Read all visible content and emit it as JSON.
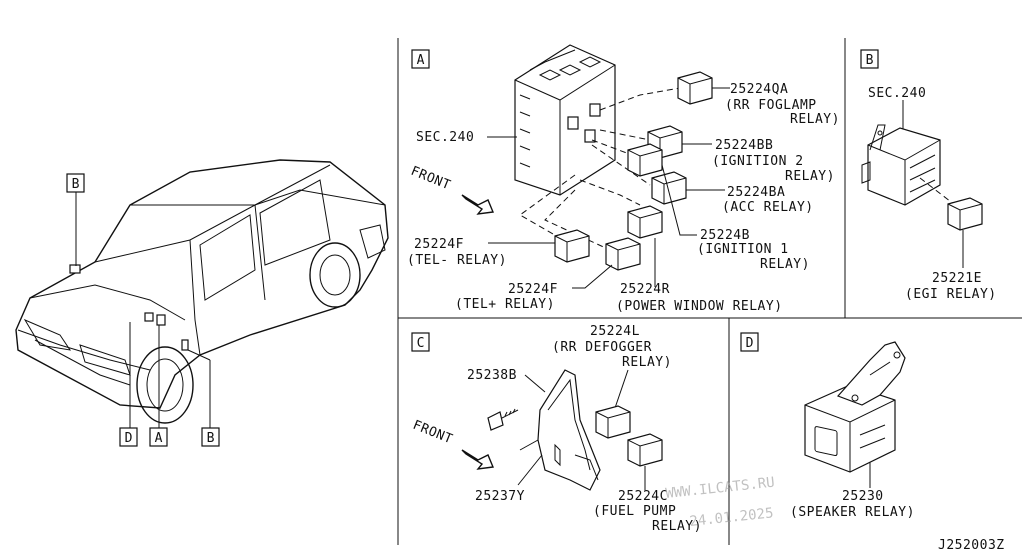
{
  "panels": {
    "a": {
      "tag": "A",
      "sec_ref": "SEC.240",
      "front": "FRONT",
      "parts": [
        {
          "num": "25224QA",
          "desc1": "(RR FOGLAMP",
          "desc2": "RELAY)"
        },
        {
          "num": "25224BB",
          "desc1": "(IGNITION 2",
          "desc2": "RELAY)"
        },
        {
          "num": "25224BA",
          "desc1": "(ACC RELAY)"
        },
        {
          "num": "25224B",
          "desc1": "(IGNITION 1",
          "desc2": "RELAY)"
        },
        {
          "num": "25224F",
          "desc1": "(TEL- RELAY)"
        },
        {
          "num": "25224F",
          "desc1": "(TEL+ RELAY)"
        },
        {
          "num": "25224R",
          "desc1": "(POWER WINDOW RELAY)"
        }
      ]
    },
    "b": {
      "tag": "B",
      "sec_ref": "SEC.240",
      "part": {
        "num": "25221E",
        "desc1": "(EGI RELAY)"
      }
    },
    "c": {
      "tag": "C",
      "front": "FRONT",
      "parts": [
        {
          "num": "25224L",
          "desc1": "(RR DEFOGGER",
          "desc2": "RELAY)"
        },
        {
          "num": "25238B"
        },
        {
          "num": "25237Y"
        },
        {
          "num": "25224C",
          "desc1": "(FUEL PUMP",
          "desc2": "RELAY)"
        }
      ]
    },
    "d": {
      "tag": "D",
      "part": {
        "num": "25230",
        "desc1": "(SPEAKER RELAY)"
      }
    }
  },
  "car_callouts": [
    "B",
    "D",
    "A",
    "B"
  ],
  "watermark": {
    "line1": "WWW.ILCATS.RU",
    "line2": "24.01.2025"
  },
  "drawing_code": "J252003Z"
}
